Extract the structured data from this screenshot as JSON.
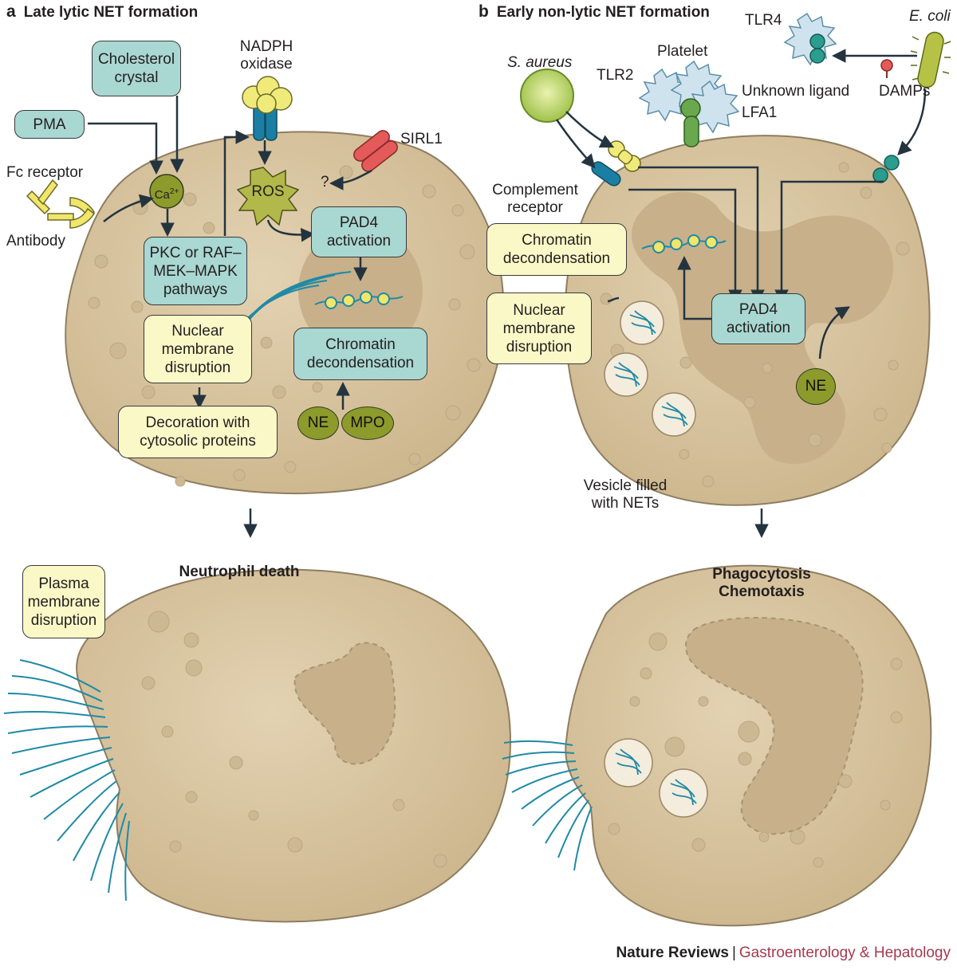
{
  "panel_a": {
    "letter": "a",
    "title": "Late lytic NET formation",
    "cholesterol_crystal": "Cholesterol crystal",
    "pma": "PMA",
    "fc_receptor": "Fc receptor",
    "antibody": "Antibody",
    "nadph_oxidase": "NADPH oxidase",
    "sirl1": "SIRL1",
    "question": "?",
    "calcium": "Ca2+",
    "ros": "ROS",
    "pkc_pathways": "PKC or RAF–MEK–MAPK pathways",
    "pad4": "PAD4 activation",
    "nuclear_membrane": "Nuclear membrane disruption",
    "chromatin": "Chromatin decondensation",
    "decoration": "Decoration with cytosolic proteins",
    "ne": "NE",
    "mpo": "MPO",
    "plasma_membrane": "Plasma membrane disruption",
    "outcome": "Neutrophil death"
  },
  "panel_b": {
    "letter": "b",
    "title": "Early non-lytic NET formation",
    "s_aureus": "S. aureus",
    "tlr2": "TLR2",
    "platelet": "Platelet",
    "tlr4": "TLR4",
    "e_coli": "E. coli",
    "unknown_ligand": "Unknown ligand",
    "lfa1": "LFA1",
    "damps": "DAMPs",
    "complement_receptor": "Complement receptor",
    "chromatin": "Chromatin decondensation",
    "nuclear_membrane": "Nuclear membrane disruption",
    "pad4": "PAD4 activation",
    "ne": "NE",
    "vesicle": "Vesicle filled with NETs",
    "outcome_1": "Phagocytosis",
    "outcome_2": "Chemotaxis"
  },
  "footer": {
    "brand": "Nature Reviews",
    "separator": "|",
    "journal": "Gastroenterology & Hepatology"
  },
  "colors": {
    "cell": "#d9c6a3",
    "cell_outline": "#8f7d60",
    "granule": "#ccb893",
    "teal_box": "#a9d7d2",
    "cream_box": "#fbf8c8",
    "net_fiber": "#1f8aa5",
    "arrow": "#24343f",
    "journal_red": "#a4394f"
  }
}
